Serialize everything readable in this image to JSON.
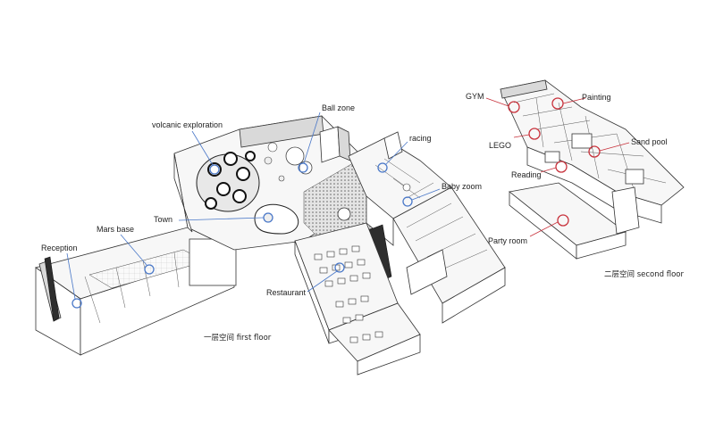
{
  "first_floor": {
    "caption": "一层空间 first floor",
    "labels": {
      "reception": "Reception",
      "mars_base": "Mars base",
      "town": "Town",
      "volcanic": "volcanic exploration",
      "ball_zone": "Ball zone",
      "racing": "racing",
      "baby_zoom": "Baby zoom",
      "restaurant": "Restaurant"
    }
  },
  "second_floor": {
    "caption": "二层空间 second floor",
    "labels": {
      "gym": "GYM",
      "painting": "Painting",
      "lego": "LEGO",
      "sand_pool": "Sand pool",
      "reading": "Reading",
      "party_room": "Party room"
    }
  },
  "colors": {
    "first_floor_marker": "#4a78c8",
    "second_floor_marker": "#c8323c"
  }
}
